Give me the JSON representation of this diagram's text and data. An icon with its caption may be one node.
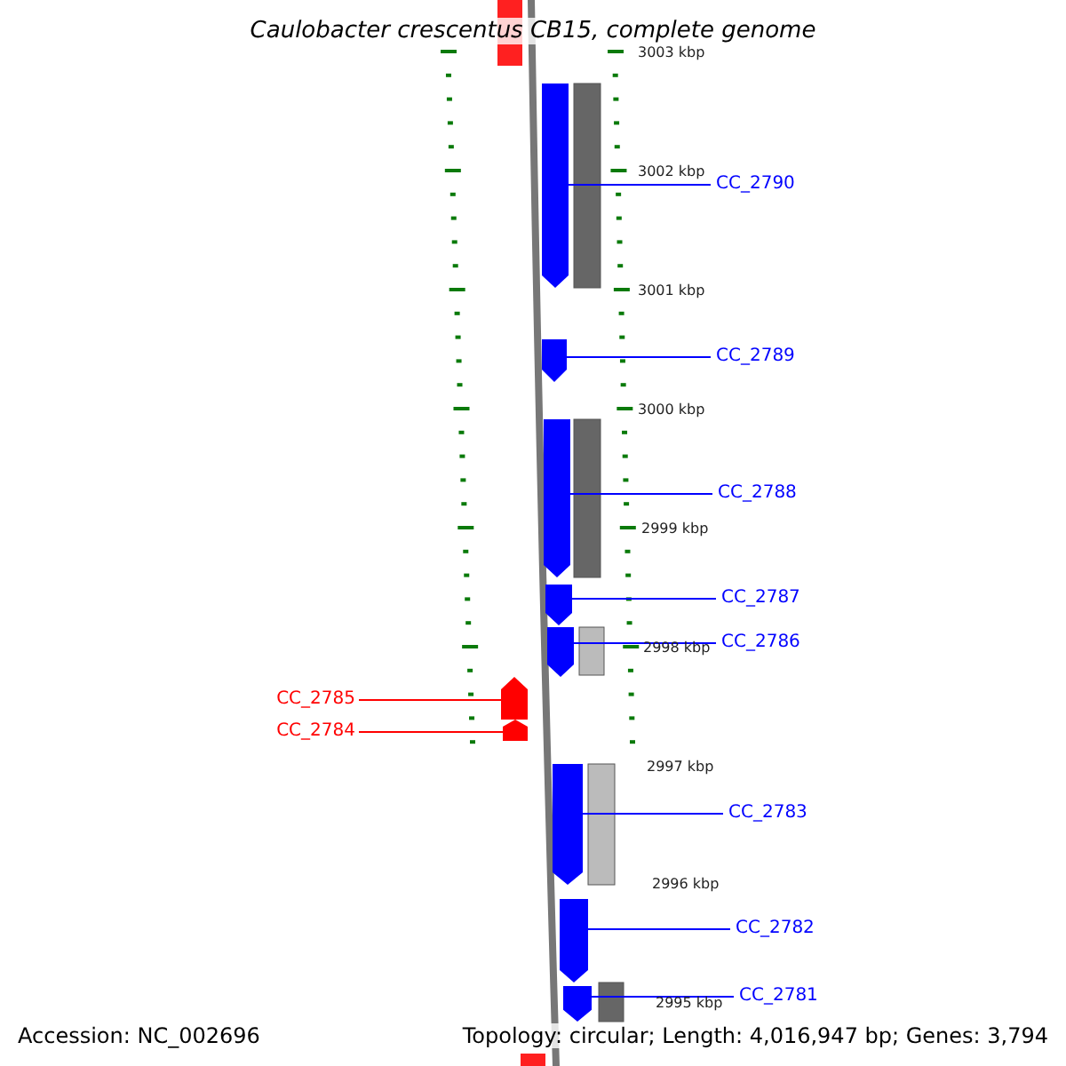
{
  "diagram": {
    "title": "Caulobacter crescentus CB15, complete genome",
    "nodes": [
      {
        "text": [
          "CC_2790"
        ]
      },
      {
        "text": [],
        "shape": "arrow"
      },
      {
        "text": [
          "CC_2789"
        ]
      },
      {
        "text": [],
        "shape": "arrow"
      },
      {
        "text": [
          "CC_2788"
        ]
      },
      {
        "text": [],
        "shape": "arrow"
      },
      {
        "text": [
          "CC_2787"
        ]
      },
      {
        "text": [],
        "shape": "arrow"
      },
      {
        "text": [
          "CC_2786"
        ]
      },
      {
        "text": [],
        "shape": "arrow"
      },
      {
        "text": [
          "CC_2785"
        ]
      },
      {
        "text": [],
        "shape": "arrow"
      },
      {
        "text": [
          "CC_2784"
        ]
      },
      {
        "text": [],
        "shape": "arrow"
      },
      {
        "text": [
          "CC_2783"
        ]
      },
      {
        "text": [],
        "shape": "arrow"
      },
      {
        "text": [
          "CC_2782"
        ]
      },
      {
        "text": [],
        "shape": "arrow"
      },
      {
        "text": [
          "CC_2781"
        ]
      },
      {
        "text": [],
        "shape": "arrow"
      }
    ],
    "edges": [
      {
        "from": 0,
        "to": 1,
        "arrow": "none"
      },
      {
        "from": 2,
        "to": 3,
        "arrow": "none"
      },
      {
        "from": 4,
        "to": 5,
        "arrow": "none"
      },
      {
        "from": 6,
        "to": 7,
        "arrow": "none"
      },
      {
        "from": 8,
        "to": 9,
        "arrow": "none"
      },
      {
        "from": 10,
        "to": 11,
        "arrow": "none",
        "color": "#ff0000"
      },
      {
        "from": 12,
        "to": 13,
        "arrow": "none",
        "color": "#ff0000"
      },
      {
        "from": 14,
        "to": 15,
        "arrow": "none"
      },
      {
        "from": 16,
        "to": 17,
        "arrow": "none"
      },
      {
        "from": 18,
        "to": 19,
        "arrow": "none"
      }
    ],
    "labels": [
      "3003 kbp",
      "3002 kbp",
      "3001 kbp",
      "3000 kbp",
      "2999 kbp",
      "2998 kbp",
      "2997 kbp",
      "2996 kbp",
      "2995 kbp",
      "Accession: NC_002696",
      "Topology: circular; Length: 4,016,947 bp; Genes: 3,794"
    ]
  }
}
